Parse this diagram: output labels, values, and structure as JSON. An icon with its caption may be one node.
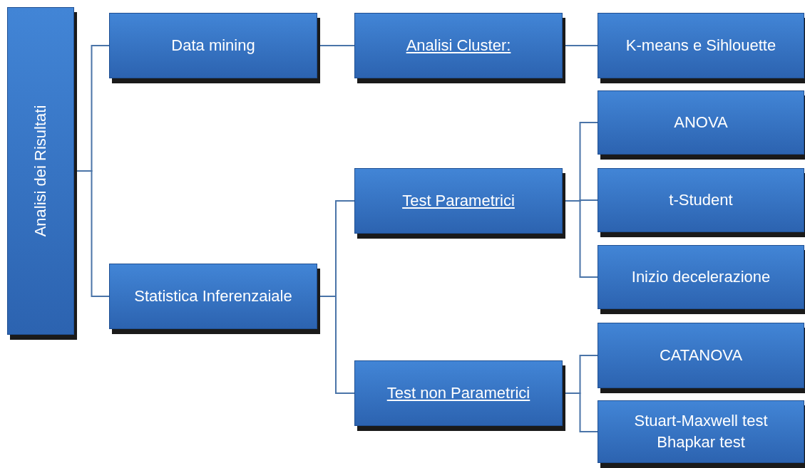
{
  "diagram": {
    "nodes": [
      {
        "text": [
          "Analisi dei Risultati"
        ]
      },
      {
        "text": [
          "Data mining"
        ]
      },
      {
        "text": [
          "Analisi Cluster:"
        ]
      },
      {
        "text": [
          "K-means e Sihlouette"
        ]
      },
      {
        "text": [
          "Statistica Inferenzaiale"
        ]
      },
      {
        "text": [
          "Test Parametrici"
        ]
      },
      {
        "text": [
          "ANOVA"
        ]
      },
      {
        "text": [
          "t-Student"
        ]
      },
      {
        "text": [
          "Inizio decelerazione"
        ]
      },
      {
        "text": [
          "Test non Parametrici"
        ]
      },
      {
        "text": [
          "CATANOVA"
        ]
      },
      {
        "text": [
          "Stuart-Maxwell test Bhapkar test"
        ]
      }
    ],
    "edges": [
      {
        "from": 0,
        "to": 1,
        "arrow": "none"
      },
      {
        "from": 0,
        "to": 4,
        "arrow": "none"
      },
      {
        "from": 1,
        "to": 2,
        "arrow": "none"
      },
      {
        "from": 2,
        "to": 3,
        "arrow": "none"
      },
      {
        "from": 4,
        "to": 5,
        "arrow": "none"
      },
      {
        "from": 4,
        "to": 9,
        "arrow": "none"
      },
      {
        "from": 5,
        "to": 6,
        "arrow": "none"
      },
      {
        "from": 5,
        "to": 7,
        "arrow": "none"
      },
      {
        "from": 5,
        "to": 8,
        "arrow": "none"
      },
      {
        "from": 9,
        "to": 10,
        "arrow": "none"
      },
      {
        "from": 9,
        "to": 11,
        "arrow": "none"
      }
    ]
  }
}
